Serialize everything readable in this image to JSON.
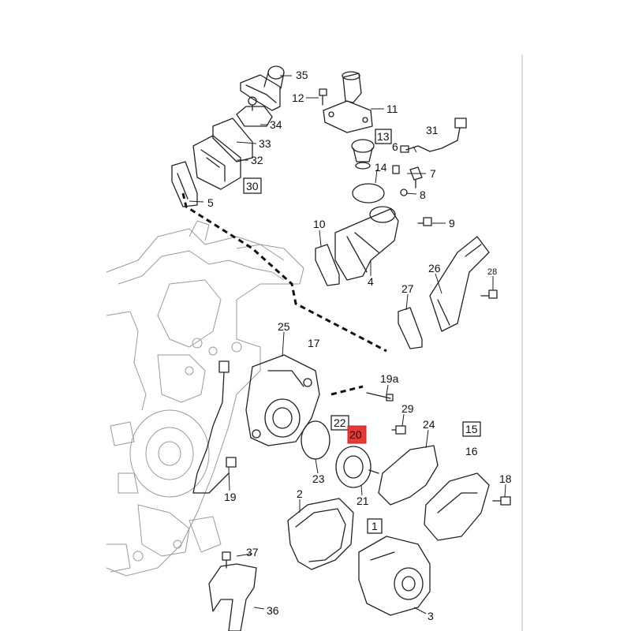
{
  "diagram": {
    "highlighted_label": "20",
    "highlight_color": "#e53935",
    "labels": {
      "l35": "35",
      "l12": "12",
      "l11": "11",
      "l34": "34",
      "l33": "33",
      "l32": "32",
      "l30": "30",
      "l5": "5",
      "l13": "13",
      "l31": "31",
      "l6": "6",
      "l14": "14",
      "l7": "7",
      "l8": "8",
      "l9": "9",
      "l10": "10",
      "l4": "4",
      "l26": "26",
      "l28": "28",
      "l27": "27",
      "l25": "25",
      "l17": "17",
      "l19a": "19a",
      "l29": "29",
      "l22": "22",
      "l20": "20",
      "l24": "24",
      "l15": "15",
      "l16": "16",
      "l18": "18",
      "l23": "23",
      "l21": "21",
      "l19": "19",
      "l2": "2",
      "l1": "1",
      "l37": "37",
      "l36": "36",
      "l3": "3"
    }
  }
}
